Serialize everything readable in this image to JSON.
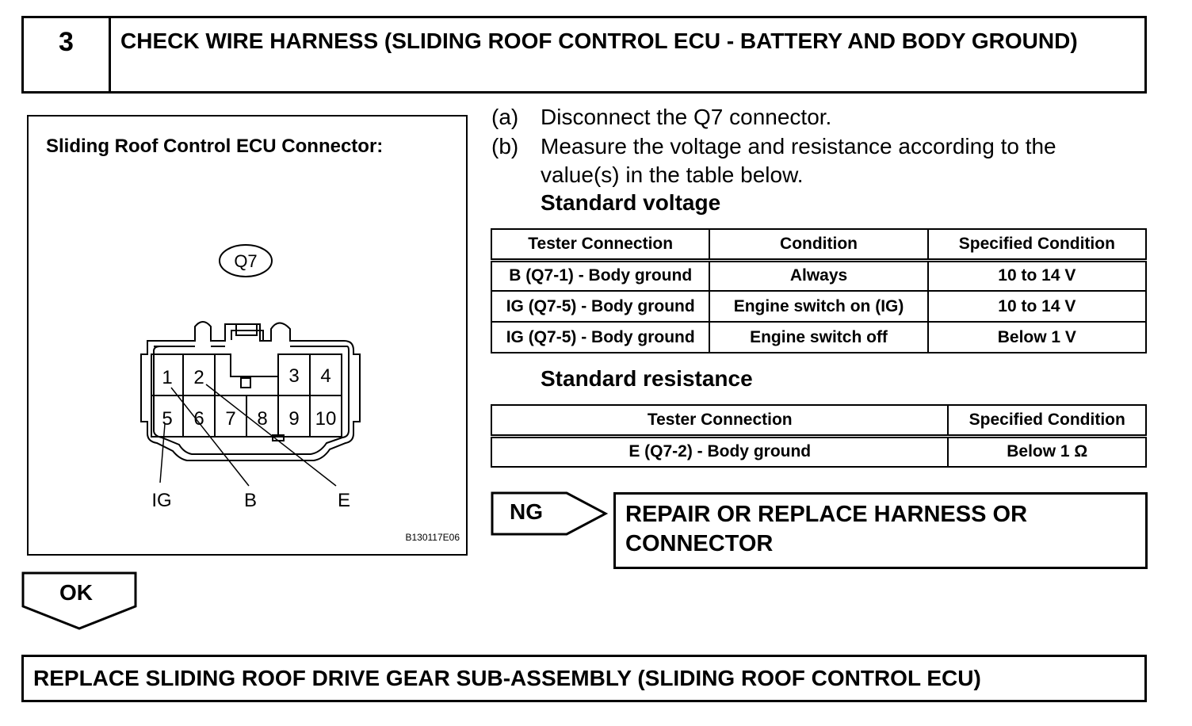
{
  "step": {
    "number": "3",
    "title": "CHECK WIRE HARNESS (SLIDING ROOF CONTROL ECU - BATTERY AND BODY GROUND)"
  },
  "figure": {
    "title": "Sliding Roof Control ECU Connector:",
    "connector_id": "Q7",
    "pins_top": [
      "1",
      "2",
      "3",
      "4"
    ],
    "pins_bottom": [
      "5",
      "6",
      "7",
      "8",
      "9",
      "10"
    ],
    "labels": {
      "ig": "IG",
      "b": "B",
      "e": "E"
    },
    "code": "B130117E06"
  },
  "instructions": [
    {
      "tag": "(a)",
      "text": "Disconnect the Q7 connector."
    },
    {
      "tag": "(b)",
      "text": "Measure the voltage and resistance according to the value(s) in the table below."
    }
  ],
  "voltage": {
    "heading": "Standard voltage",
    "headers": [
      "Tester Connection",
      "Condition",
      "Specified Condition"
    ],
    "rows": [
      [
        "B (Q7-1) - Body ground",
        "Always",
        "10 to 14 V"
      ],
      [
        "IG (Q7-5) - Body ground",
        "Engine switch on (IG)",
        "10 to 14 V"
      ],
      [
        "IG (Q7-5) - Body ground",
        "Engine switch off",
        "Below 1 V"
      ]
    ]
  },
  "resistance": {
    "heading": "Standard resistance",
    "headers": [
      "Tester Connection",
      "Specified Condition"
    ],
    "rows": [
      [
        "E (Q7-2) - Body ground",
        "Below 1 Ω"
      ]
    ]
  },
  "ng": {
    "label": "NG",
    "action": "REPAIR OR REPLACE HARNESS OR CONNECTOR"
  },
  "ok": {
    "label": "OK",
    "action": "REPLACE SLIDING ROOF DRIVE GEAR SUB-ASSEMBLY (SLIDING ROOF CONTROL ECU)"
  }
}
